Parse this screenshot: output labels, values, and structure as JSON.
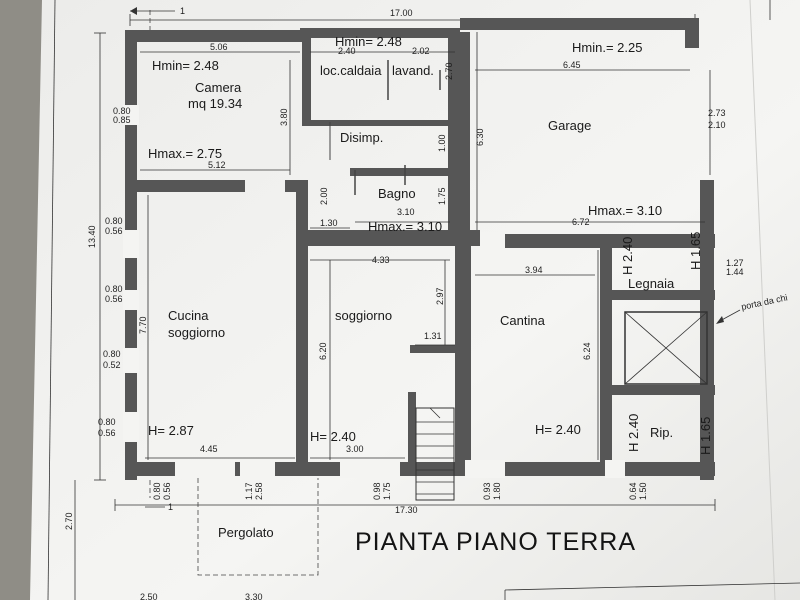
{
  "plan": {
    "title": "PIANTA PIANO TERRA",
    "section_mark": "1",
    "rooms": {
      "camera": "Camera",
      "camera_area": "mq 19.34",
      "caldaia": "loc.caldaia",
      "lavand": "lavand.",
      "disimp": "Disimp.",
      "bagno": "Bagno",
      "garage": "Garage",
      "cucina_1": "Cucina",
      "cucina_2": "soggiorno",
      "soggiorno": "soggiorno",
      "cantina": "Cantina",
      "legnaia": "Legnaia",
      "rip": "Rip.",
      "pergolato": "Pergolato",
      "porta_note": "porta da chi"
    },
    "heights": {
      "camera_min": "Hmin= 2.48",
      "camera_max": "Hmax.= 2.75",
      "caldaia_min": "Hmin= 2.48",
      "garage_min": "Hmin.= 2.25",
      "garage_max": "Hmax.= 3.10",
      "bagno_max": "Hmax.= 3.10",
      "cucina": "H= 2.87",
      "soggiorno": "H= 2.40",
      "cantina": "H= 2.40",
      "legnaia_h1": "H 2.40",
      "legnaia_h2": "H 1.65",
      "rip_h1": "H 2.40",
      "rip_h2": "H 1.65"
    },
    "dimensions": {
      "total_top": "17.00",
      "total_bottom": "17.30",
      "total_left": "13.40",
      "bottom_left": "2.70",
      "camera_top": "5.06",
      "caldaia_w": "2.40",
      "lavand_w": "2.02",
      "caldaia_h": "2.70",
      "garage_top": "6.45",
      "garage_r1": "2.73",
      "garage_r2": "2.10",
      "camera_bottom": "5.12",
      "camera_h": "3.80",
      "garage_h": "6.30",
      "disimp_h": "1.00",
      "bagno_left_h": "2.00",
      "bagno_right_h": "1.75",
      "corr_w": "1.30",
      "bagno_w": "3.10",
      "garage_bottom": "6.72",
      "soggiorno_top": "4.33",
      "cantina_top": "3.94",
      "legnaia_r1": "1.27",
      "legnaia_r2": "1.44",
      "cucina_h": "7.70",
      "soggiorno_h": "6.20",
      "sogg_inner": "2.97",
      "step_w": "1.31",
      "cantina_h": "6.24",
      "cucina_bottom": "4.45",
      "sogg_bottom": "3.00",
      "win_a1": "0.80",
      "win_a2": "0.85",
      "win_b1": "0.80",
      "win_b2": "0.56",
      "win_c1": "0.80",
      "win_c2": "0.56",
      "win_d1": "0.80",
      "win_d2": "0.52",
      "win_e1": "0.80",
      "win_e2": "0.56",
      "b1a": "0.80",
      "b1b": "0.56",
      "b2a": "1.17",
      "b2b": "2.58",
      "b3a": "0.98",
      "b3b": "1.75",
      "b4a": "0.93",
      "b4b": "1.80",
      "b5a": "0.64",
      "b5b": "1.50",
      "foot_1": "2.50",
      "foot_2": "3.30"
    }
  }
}
